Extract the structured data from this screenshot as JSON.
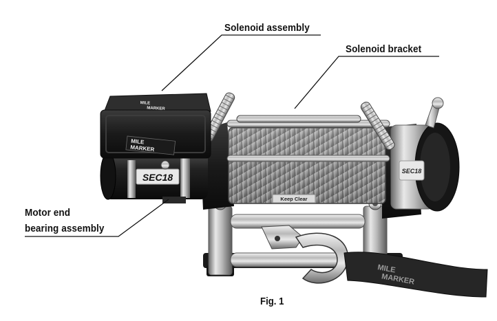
{
  "callouts": {
    "solenoid_assembly": "Solenoid assembly",
    "solenoid_bracket": "Solenoid bracket",
    "motor_end_line1": "Motor end",
    "motor_end_line2": "bearing assembly"
  },
  "caption": "Fig. 1",
  "product_markings": {
    "logo_line1": "MILE",
    "logo_line2": "MARKER",
    "model": "SEC18",
    "drum_label": "Keep Clear"
  },
  "colors": {
    "body_dark": "#1c1c1c",
    "cable": "#8e8e8e",
    "chrome": "#cfcfcf",
    "leader": "#111111"
  }
}
